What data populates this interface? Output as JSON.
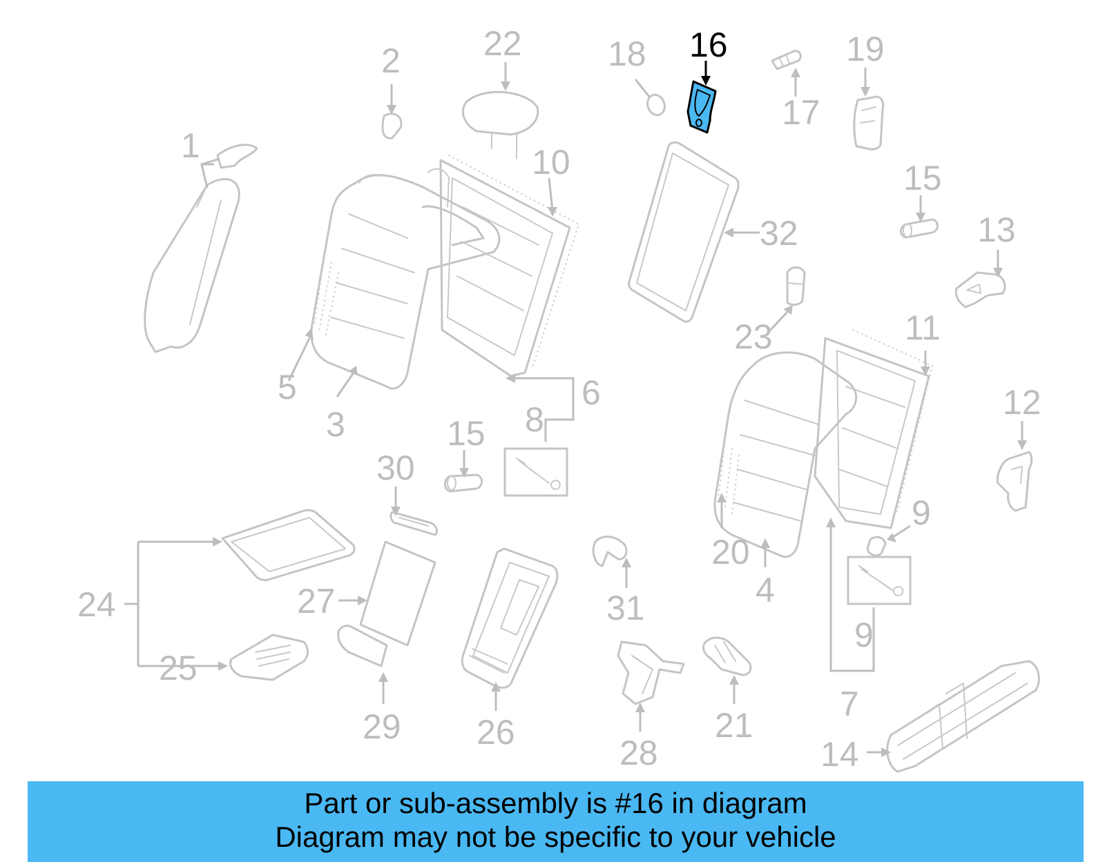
{
  "diagram": {
    "highlighted_part": "16",
    "highlight_color": "#4ab8f2",
    "callouts": [
      "1",
      "2",
      "3",
      "4",
      "5",
      "6",
      "7",
      "8",
      "9",
      "9",
      "10",
      "11",
      "12",
      "13",
      "14",
      "15",
      "15",
      "16",
      "17",
      "18",
      "19",
      "20",
      "21",
      "22",
      "23",
      "24",
      "25",
      "26",
      "27",
      "28",
      "29",
      "30",
      "31",
      "32"
    ]
  },
  "banner": {
    "line1": "Part or sub-assembly is #16 in diagram",
    "line2": "Diagram may not be specific to your vehicle",
    "background": "#4ab8f2"
  }
}
